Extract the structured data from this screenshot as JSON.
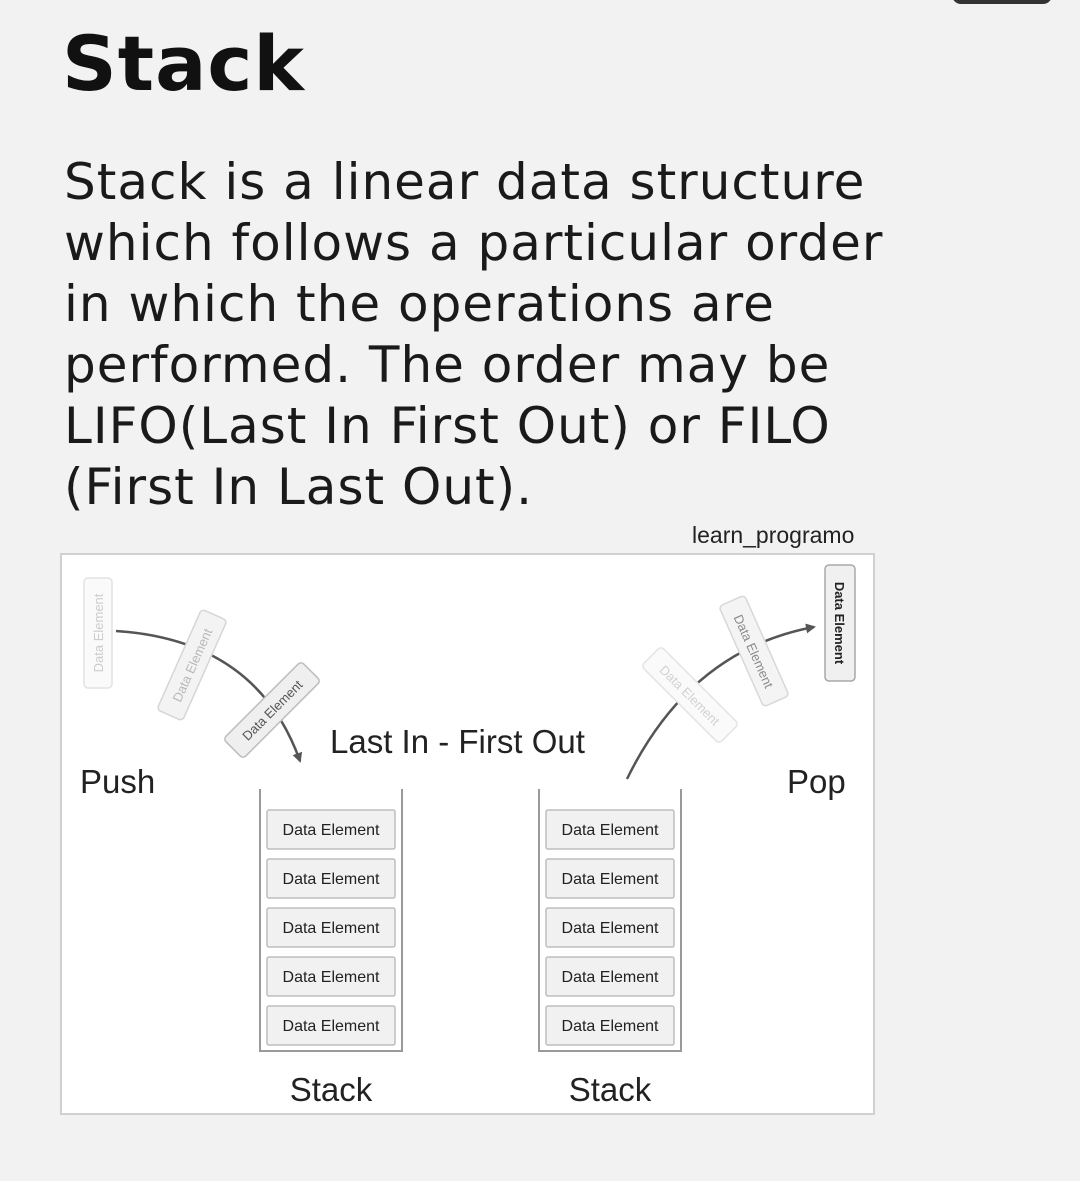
{
  "title": "Stack",
  "description_lines": [
    "Stack is a linear data structure",
    "which follows a particular order",
    "in which the operations are",
    "performed. The order may be",
    "LIFO(Last In First Out) or FILO",
    "(First In Last Out)."
  ],
  "watermark": "learn_programo",
  "diagram": {
    "heading": "Last In - First Out",
    "push_label": "Push",
    "pop_label": "Pop",
    "element_label": "Data Element",
    "left_stack": {
      "caption": "Stack",
      "elements": [
        "Data Element",
        "Data Element",
        "Data Element",
        "Data Element",
        "Data Element"
      ]
    },
    "right_stack": {
      "caption": "Stack",
      "elements": [
        "Data Element",
        "Data Element",
        "Data Element",
        "Data Element",
        "Data Element"
      ]
    },
    "push_flying_elements": [
      "Data Element",
      "Data Element",
      "Data Element"
    ],
    "pop_flying_elements": [
      "Data Element",
      "Data Element",
      "Data Element"
    ],
    "colors": {
      "box_fill": "#f1f1f1",
      "box_stroke": "#9a9a9a",
      "faded_text": "#c4c4c4",
      "arrow": "#555555"
    }
  }
}
